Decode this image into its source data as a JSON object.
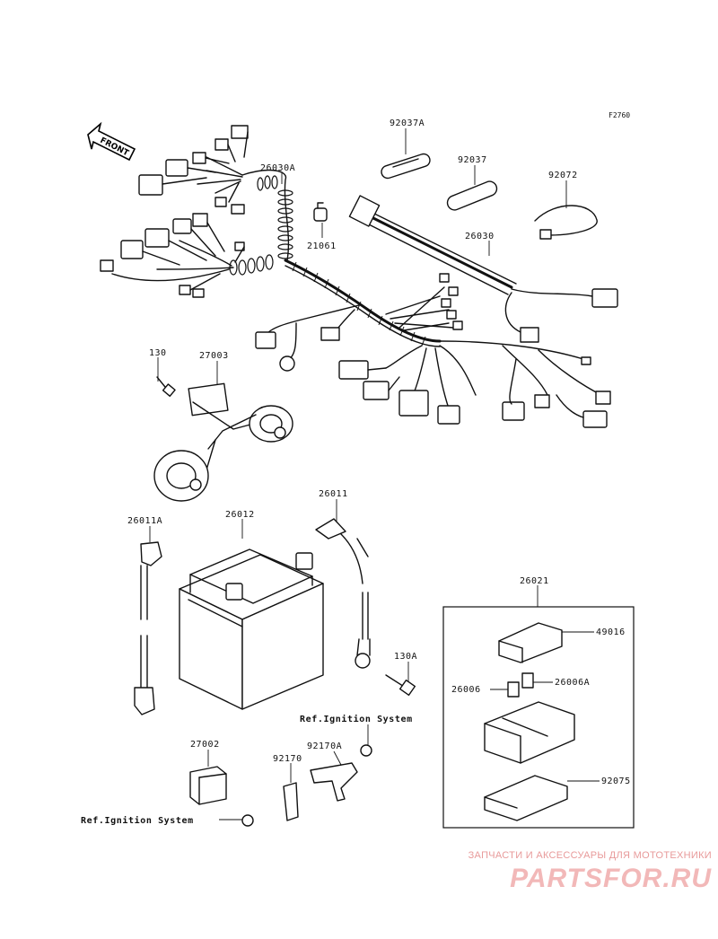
{
  "figure_code": "F2760",
  "front_label": "FRONT",
  "parts": {
    "p92037A": "92037A",
    "p92037": "92037",
    "p92072": "92072",
    "p26030A": "26030A",
    "p21061": "21061",
    "p26030": "26030",
    "p130": "130",
    "p27003": "27003",
    "p26011": "26011",
    "p26011A": "26011A",
    "p26012": "26012",
    "p26021": "26021",
    "p49016": "49016",
    "p26006": "26006",
    "p26006A": "26006A",
    "p92075": "92075",
    "p130A": "130A",
    "p27002": "27002",
    "p92170A": "92170A",
    "p92170": "92170"
  },
  "references": {
    "ignition_upper": "Ref.Ignition System",
    "ignition_lower": "Ref.Ignition System"
  },
  "watermark": {
    "tagline": "ЗАПЧАСТИ И АКСЕССУАРЫ ДЛЯ МОТОТЕХНИКИ",
    "logo": "PARTSFOR.RU"
  }
}
